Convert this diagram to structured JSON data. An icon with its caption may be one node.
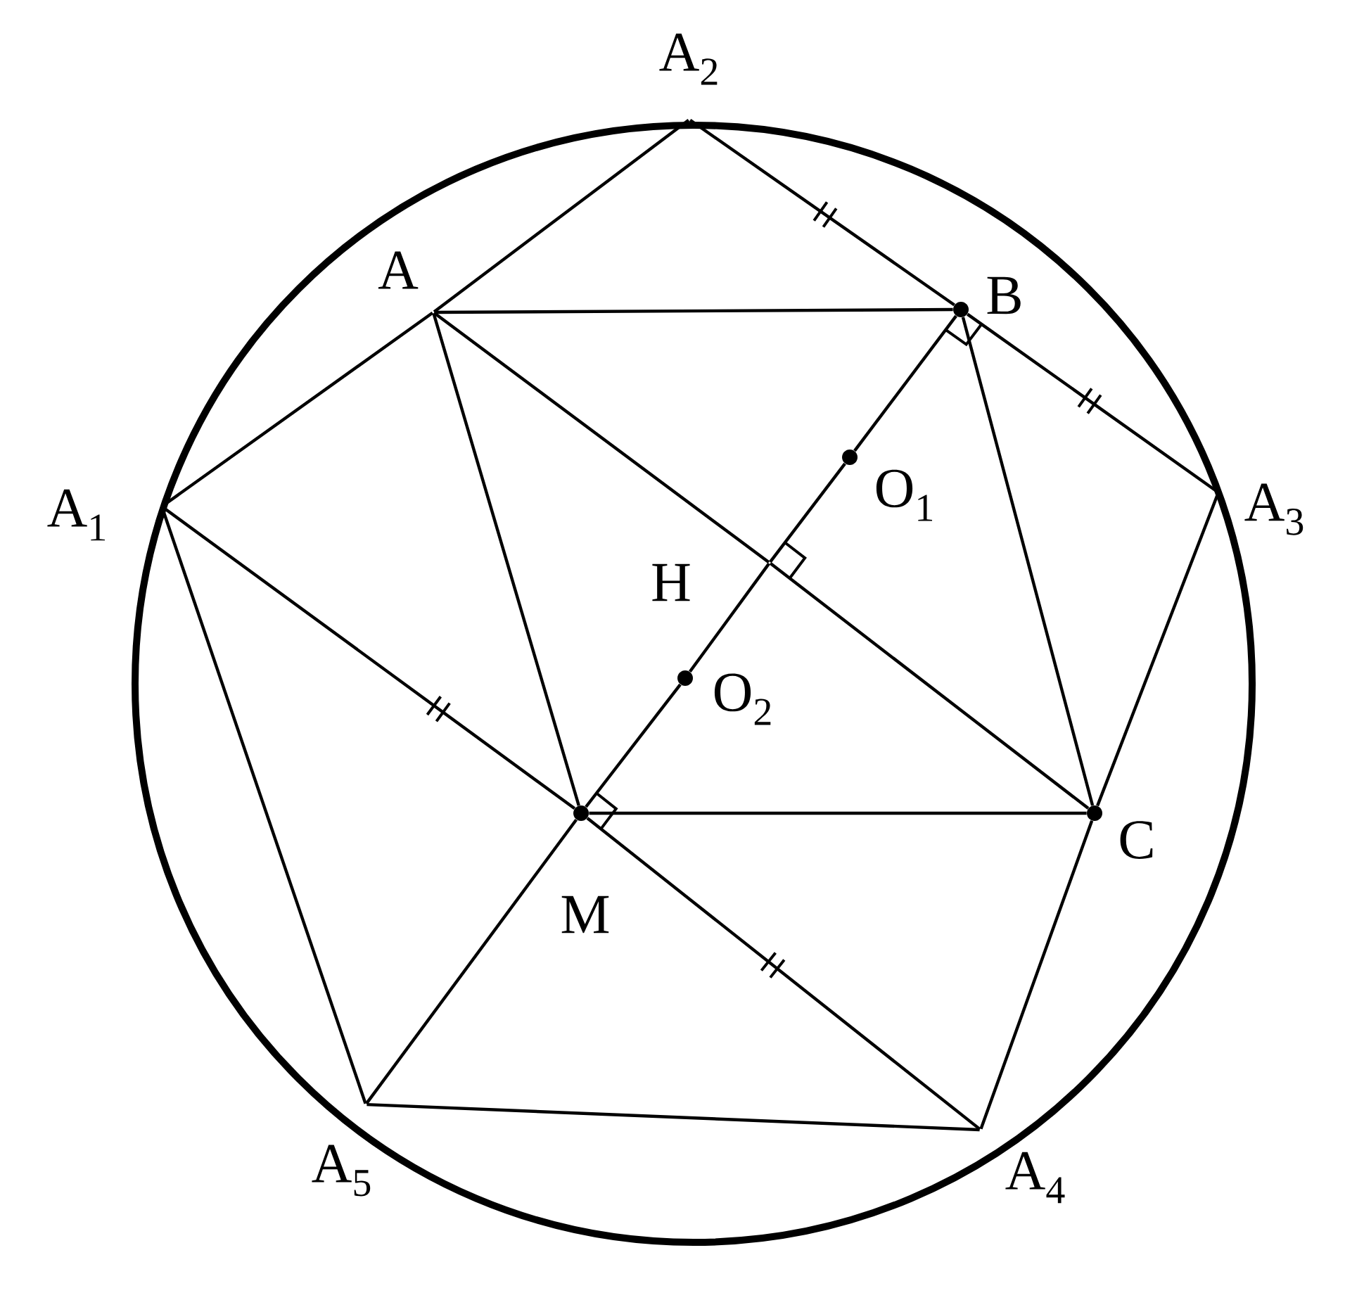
{
  "diagram": {
    "nodes": [
      {
        "text": [
          "A$_{2}$"
        ]
      },
      {
        "text": [
          "A"
        ]
      },
      {
        "text": [
          "B"
        ]
      },
      {
        "text": [
          "A$_{1}$"
        ]
      },
      {
        "text": [
          "A$_{3}$"
        ]
      },
      {
        "text": [
          "O$_{1}$"
        ]
      },
      {
        "text": [
          "H"
        ]
      },
      {
        "text": [
          "O$_{2}$"
        ]
      },
      {
        "text": [
          "M"
        ]
      },
      {
        "text": [
          "C"
        ]
      },
      {
        "text": [
          "A$_{5}$"
        ]
      },
      {
        "text": [
          "A$_{4}$"
        ]
      }
    ],
    "edges": [
      {
        "from": 3,
        "to": 1,
        "arrow": "none"
      },
      {
        "from": 1,
        "to": 0,
        "arrow": "none"
      },
      {
        "from": 0,
        "to": 2,
        "arrow": "none"
      },
      {
        "from": 2,
        "to": 4,
        "arrow": "none"
      },
      {
        "from": 4,
        "to": 9,
        "arrow": "none"
      },
      {
        "from": 9,
        "to": 11,
        "arrow": "none"
      },
      {
        "from": 11,
        "to": 10,
        "arrow": "none"
      },
      {
        "from": 10,
        "to": 3,
        "arrow": "none"
      },
      {
        "from": 1,
        "to": 2,
        "arrow": "none"
      },
      {
        "from": 1,
        "to": 8,
        "arrow": "none"
      },
      {
        "from": 1,
        "to": 6,
        "arrow": "none"
      },
      {
        "from": 6,
        "to": 9,
        "arrow": "none"
      },
      {
        "from": 2,
        "to": 9,
        "arrow": "none"
      },
      {
        "from": 8,
        "to": 9,
        "arrow": "none"
      },
      {
        "from": 3,
        "to": 8,
        "arrow": "none"
      },
      {
        "from": 8,
        "to": 11,
        "arrow": "none"
      },
      {
        "from": 10,
        "to": 8,
        "arrow": "none"
      },
      {
        "from": 8,
        "to": 7,
        "arrow": "none"
      },
      {
        "from": 7,
        "to": 6,
        "arrow": "none"
      },
      {
        "from": 6,
        "to": 5,
        "arrow": "none"
      },
      {
        "from": 5,
        "to": 2,
        "arrow": "none"
      }
    ]
  }
}
